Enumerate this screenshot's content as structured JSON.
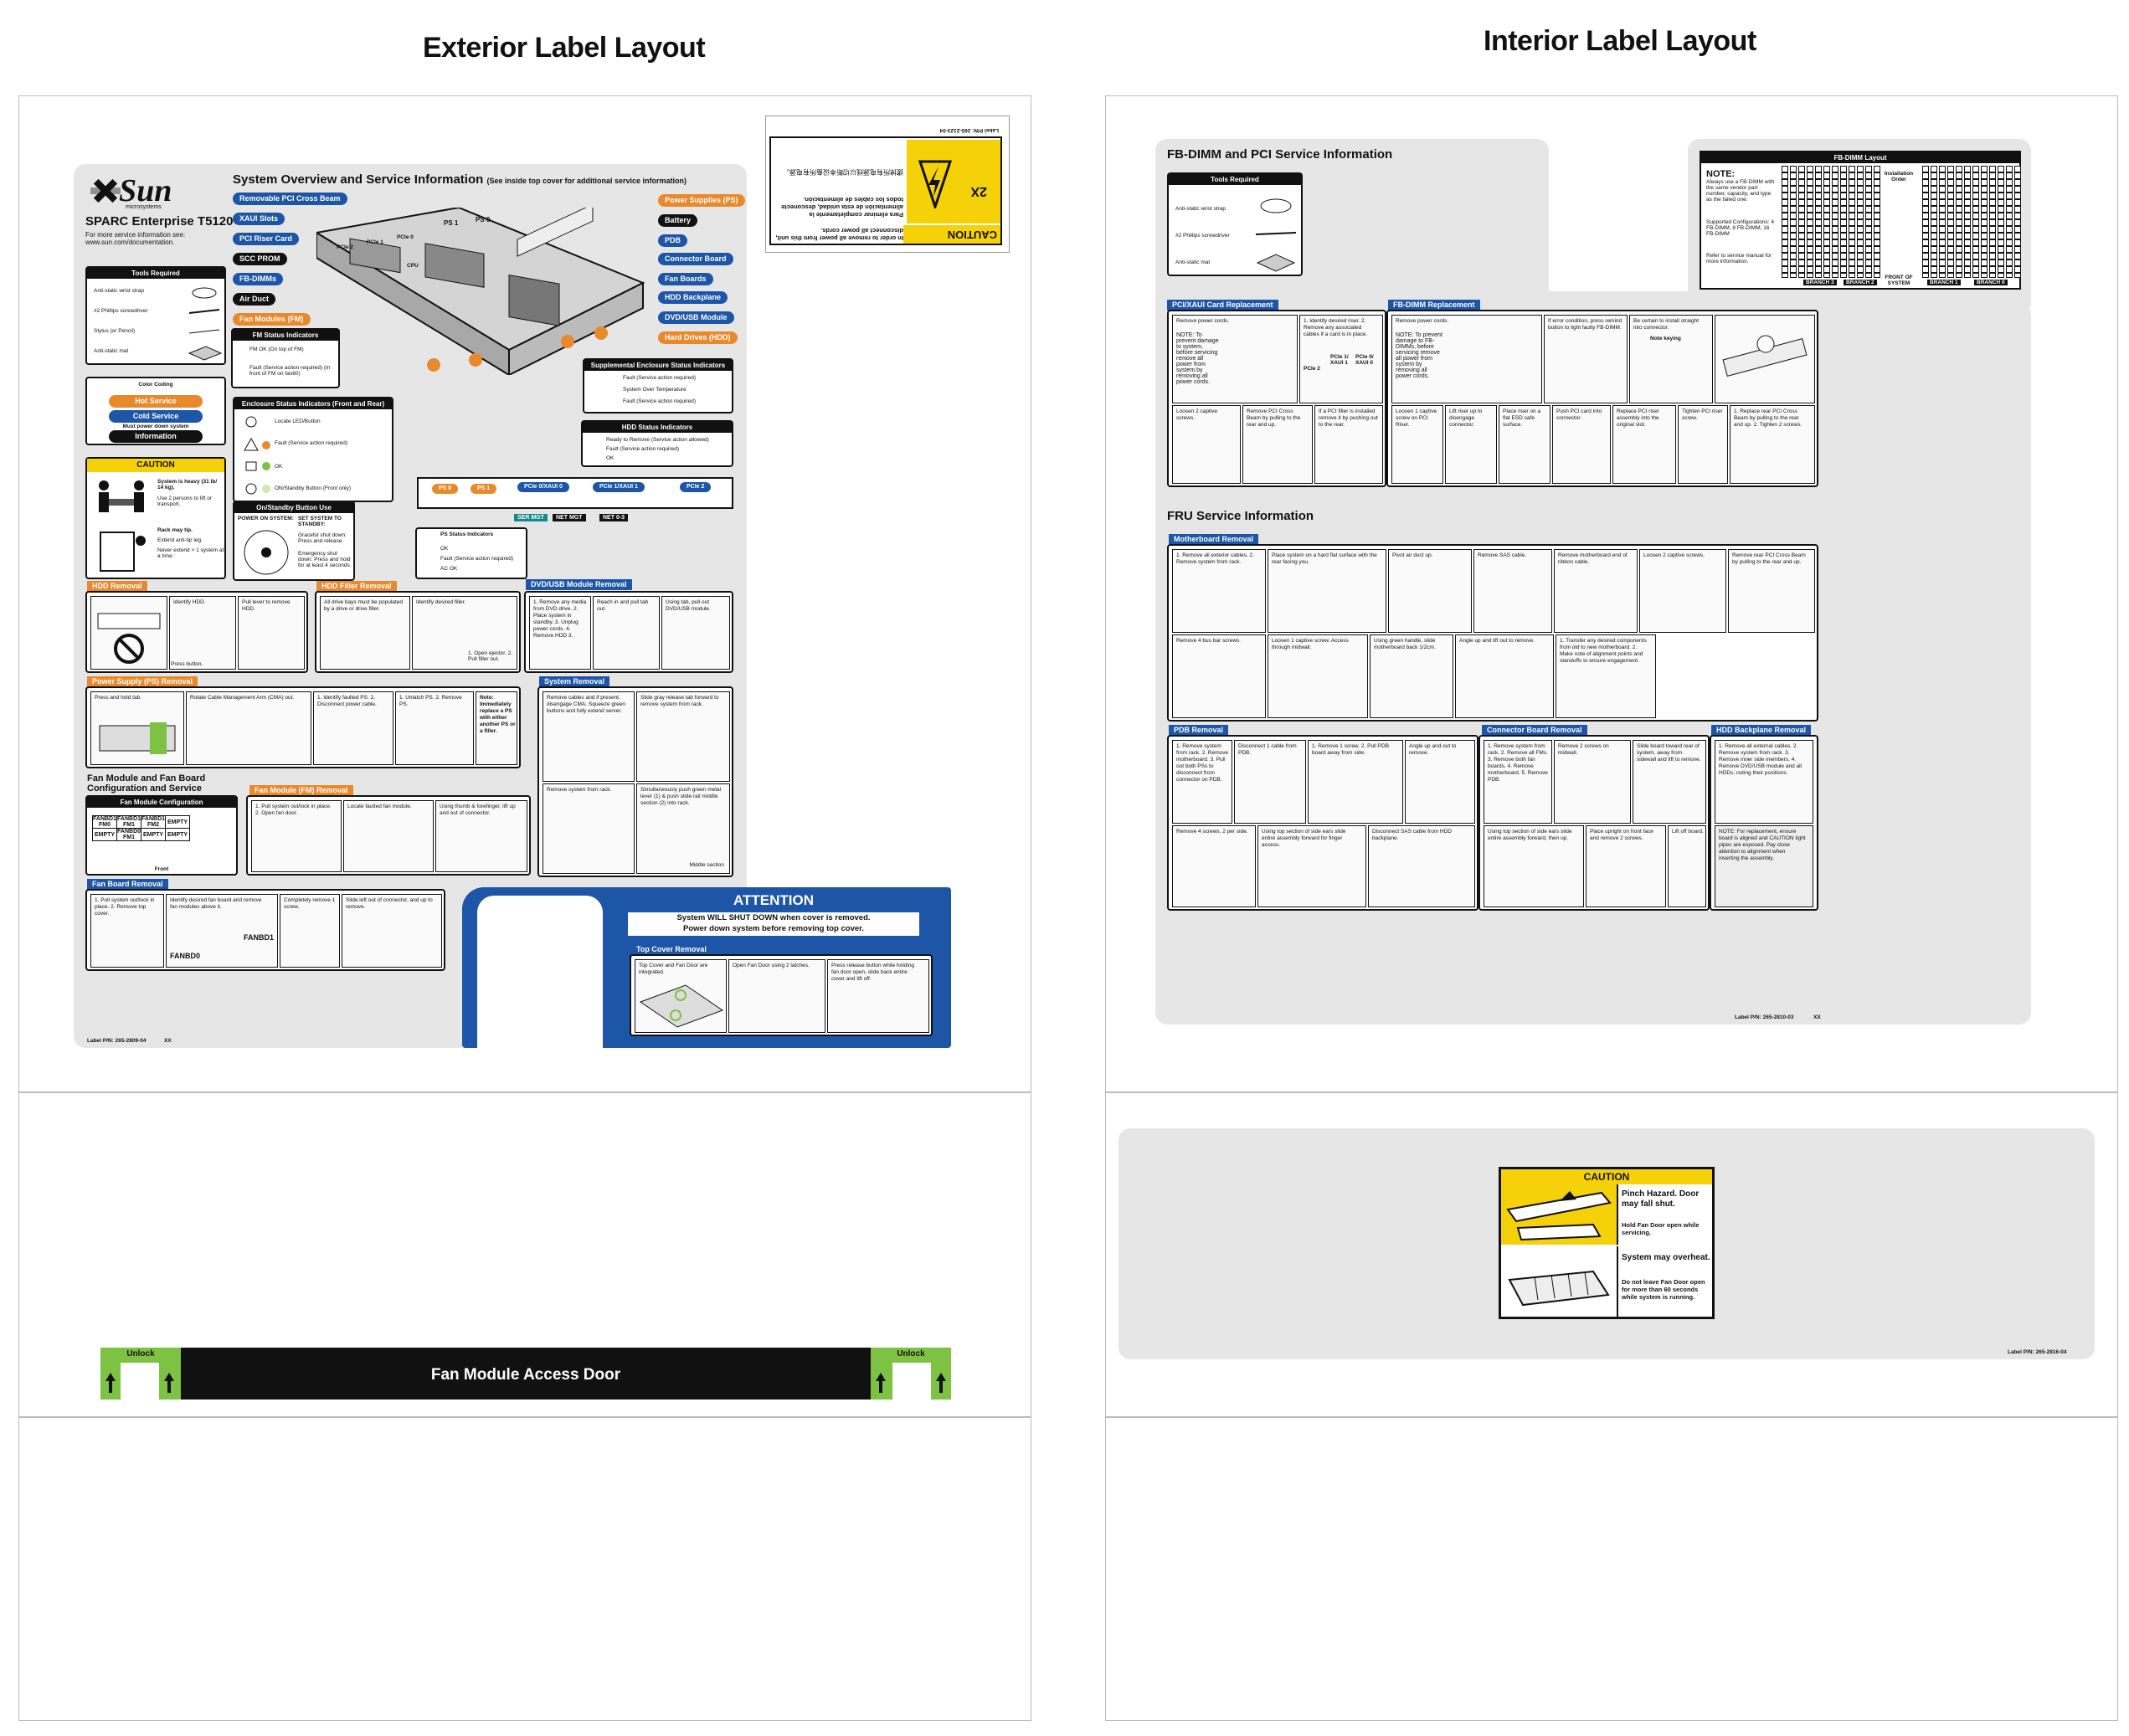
{
  "titles": {
    "exterior": "Exterior Label Layout",
    "interior": "Interior Label Layout"
  },
  "exterior": {
    "brand": "Sun",
    "brand_sub": "microsystems",
    "product": "SPARC Enterprise T5120",
    "product_info": "For more service information see: www.sun.com/documentation.",
    "main_title": "System Overview and Service Information",
    "main_title_note": "(See inside top cover for additional service information)",
    "left_callouts": [
      "Removable PCI Cross Beam",
      "XAUI Slots",
      "PCI Riser Card",
      "SCC PROM",
      "FB-DIMMs",
      "Air Duct",
      "Fan Modules (FM)"
    ],
    "right_callouts": [
      "Power Supplies (PS)",
      "Battery",
      "PDB",
      "Connector Board",
      "Fan Boards",
      "HDD Backplane",
      "DVD/USB Module",
      "Hard Drives (HDD)"
    ],
    "diagram_labels": [
      "PS 1",
      "PS 0",
      "PCIe 2",
      "PCIe 1",
      "PCIe 0",
      "CPU"
    ],
    "tools": {
      "title": "Tools Required",
      "items": [
        "Anti-static wrist strap",
        "#2 Phillips screwdriver",
        "Stylus (or Pencil)",
        "Anti-static mat"
      ]
    },
    "fm_status": {
      "title": "FM Status Indicators",
      "items": [
        "FM OK (On top of FM)",
        "Fault (Service action required) (In front of FM on fan80)"
      ]
    },
    "color_coding": {
      "title": "Color Coding",
      "items": [
        "Hot Service",
        "Cold Service",
        "Must power down system",
        "Information"
      ]
    },
    "caution": {
      "title": "CAUTION",
      "heavy": "System is heavy (31 lb/ 14 kg).",
      "lift": "Use 2 persons to lift or transport.",
      "tip": "Rack may tip.",
      "extend": "Extend anti-tip leg.",
      "never": "Never extend > 1 system at a time."
    },
    "enclosure": {
      "title": "Enclosure Status Indicators (Front and Rear)",
      "items": [
        "Locate LED/Button",
        "Fault (Service action required)",
        "OK",
        "ON/Standby Button (Front only)"
      ]
    },
    "standby": {
      "title": "On/Standby Button Use",
      "items": [
        "POWER ON SYSTEM:",
        "SET SYSTEM TO STANDBY:",
        "Graceful shut down: Press and release.",
        "Emergency shut down: Press and hold for at least 4 seconds."
      ]
    },
    "supplemental": {
      "title": "Supplemental Enclosure Status Indicators",
      "items": [
        "Fault (Service action required)",
        "System Over Temperature",
        "Fault (Service action required)"
      ]
    },
    "hdd_status": {
      "title": "HDD Status Indicators",
      "items": [
        "Ready to Remove (Service action allowed)",
        "Fault (Service action required)",
        "OK"
      ]
    },
    "rear_ports": [
      "PS 0",
      "PS 1",
      "PCIe 0/XAUI 0",
      "PCIe 1/XAUI 1",
      "PCIe 2",
      "SER MGT",
      "NET MGT",
      "NET 0-3"
    ],
    "ps_status": {
      "title": "PS Status Indicators",
      "items": [
        "OK",
        "Fault (Service action required)",
        "AC OK"
      ]
    },
    "sections": {
      "hdd_removal": {
        "title": "HDD Removal",
        "steps": [
          "",
          "Identify HDD.",
          "Pull lever to remove HDD.",
          "Press button."
        ]
      },
      "hdd_filler": {
        "title": "HDD Filler Removal",
        "steps": [
          "All drive bays must be populated by a drive or drive filler.",
          "Identify desired filler.",
          "1. Open ejector. 2. Pull filler out."
        ]
      },
      "dvd": {
        "title": "DVD/USB Module Removal",
        "steps": [
          "1. Remove any media from DVD drive. 2. Place system in standby. 3. Unplug power cords. 4. Remove HDD 3.",
          "Reach in and pull tab out.",
          "Using tab, pull out DVD/USB module."
        ]
      },
      "ps": {
        "title": "Power Supply (PS) Removal",
        "steps": [
          "Press and hold tab.",
          "Rotate Cable Management Arm (CMA) out.",
          "1. Identify faulted PS. 2. Disconnect power cable.",
          "1. Unlatch PS. 2. Remove PS.",
          "Note: Immediately replace a PS with either another PS or a filler."
        ]
      },
      "system": {
        "title": "System Removal",
        "steps": [
          "Remove cables and if present, disengage CMA. Squeeze green buttons and fully extend server.",
          "Slide gray release tab forward to remove system from rack.",
          "Remove system from rack.",
          "Simultaneously push green metal lever (1) & push slide rail middle section (2) into rack.",
          "Middle section"
        ]
      },
      "fan_cfg": {
        "title": "Fan Module and Fan Board Configuration and Service",
        "box": "Fan Module Configuration",
        "cells": [
          "FANBD1 FM0",
          "FANBD1 FM1",
          "FANBD1 FM2",
          "EMPTY",
          "EMPTY",
          "FANBD0 FM1",
          "EMPTY",
          "EMPTY"
        ],
        "front": "Front"
      },
      "fm": {
        "title": "Fan Module (FM) Removal",
        "steps": [
          "1. Pull system out/lock in place. 2. Open fan door.",
          "Locate faulted fan module.",
          "Using thumb & forefinger, lift up and out of connector."
        ]
      },
      "fanboard": {
        "title": "Fan Board Removal",
        "steps": [
          "1. Pull system out/lock in place. 2. Remove top cover.",
          "Identify desired fan board and remove fan modules above it.",
          "Completely remove 1 screw.",
          "Slide left out of connector, and up to remove."
        ],
        "labels": [
          "FANBD1",
          "FANBD0"
        ]
      }
    },
    "attention": {
      "title": "ATTENTION",
      "line1": "System WILL SHUT DOWN when cover is removed.",
      "line2": "Power down system before removing top cover.",
      "sub": "Top Cover Removal",
      "steps": [
        "Top Cover and Fan Door are integrated.",
        "Open Fan Door using 2 latches.",
        "Press release button while holding fan door open, slide back entire cover and lift off."
      ]
    },
    "label_pn": "Label P/N: 265-2809-04",
    "label_xx": "XX",
    "small_caution": {
      "title": "CAUTION",
      "mult": "2X",
      "en": "In order to remove all power from this unit, disconnect all power cords.",
      "es": "Para eliminar completamente la alimentación de esta unidad, desconecte todos los cables de alimentación.",
      "cn": "拔掉所有电源线以切断本设备所有电源。",
      "pn": "Label P/N: 265-2123-04"
    },
    "door": {
      "unlock": "Unlock",
      "label": "Fan Module Access Door"
    }
  },
  "interior": {
    "fbdimm_title": "FB-DIMM and PCI Service Information",
    "tools": {
      "title": "Tools Required",
      "items": [
        "Anti-static wrist strap",
        "#2 Phillips screwdriver",
        "Anti-static mat"
      ]
    },
    "layout": {
      "title": "FB-DIMM Layout",
      "note_title": "NOTE:",
      "note": "Always use a FB-DIMM with the same vendor part number, capacity, and type as the failed one.",
      "supported": "Supported Configurations: 4 FB-DIMM, 8 FB-DIMM, 16 FB-DIMM",
      "refer": "Refer to service manual for more information.",
      "install": "Installation Order",
      "front": "FRONT OF SYSTEM",
      "branches": [
        "BRANCH 3",
        "BRANCH 2",
        "BRANCH 1",
        "BRANCH 0"
      ]
    },
    "pci": {
      "title": "PCI/XAUI Card Replacement",
      "note": "NOTE: To prevent damage to system, before servicing remove all power from system by removing all power cords.",
      "steps": [
        "Remove power cords.",
        "1. Identify desired riser. 2. Remove any associated cables if a card is in place.",
        "Loosen 2 captive screws.",
        "Remove PCI Cross Beam by pulling to the rear and up.",
        "If a PCI filler is installed remove it by pushing out to the rear.",
        "Loosen 1 captive screw on PCI Riser.",
        "Lift riser up to disengage connector.",
        "Place riser on a flat ESD safe surface."
      ],
      "labels": [
        "PCIe 2",
        "PCIe 1/ XAUI 1",
        "PCIe 0/ XAUI 0"
      ]
    },
    "fbdimm": {
      "title": "FB-DIMM Replacement",
      "note": "NOTE: To prevent damage to FB-DIMMs, before servicing remove all power from system by removing all power cords.",
      "steps": [
        "Remove power cords.",
        "If error condition, press remind button to light faulty FB-DIMM.",
        "Be certain to install straight into connector.",
        "Push PCI card into connector.",
        "Replace PCI riser assembly into the original slot.",
        "Tighten PCI riser screw.",
        "1. Replace rear PCI Cross Beam by pulling to the rear and up. 2. Tighten 2 screws."
      ],
      "note_keying": "Note keying"
    },
    "fru_title": "FRU Service Information",
    "motherboard": {
      "title": "Motherboard Removal",
      "steps": [
        "1. Remove all exterior cables. 2. Remove system from rack.",
        "Place system on a hard flat surface with the rear facing you.",
        "Pivot air duct up.",
        "Remove SAS cable.",
        "Remove motherboard end of ribbon cable.",
        "Loosen 2 captive screws.",
        "Remove rear PCI Cross Beam by pulling to the rear and up.",
        "Remove 4 bus bar screws.",
        "Loosen 1 captive screw. Access through midwall.",
        "Using green handle, slide motherboard back 1/2cm.",
        "Angle up and lift out to remove.",
        "1. Transfer any desired components from old to new motherboard. 2. Make note of alignment points and standoffs to ensure engagement."
      ]
    },
    "pdb": {
      "title": "PDB Removal",
      "steps": [
        "1. Remove system from rack. 2. Remove motherboard. 3. Pull out both PSs to disconnect from connector on PDB.",
        "Disconnect 1 cable from PDB.",
        "1. Remove 1 screw. 2. Pull PDB board away from side.",
        "Angle up and out to remove.",
        "Remove 4 screws, 2 per side.",
        "Using top section of side ears slide entire assembly forward for finger access.",
        "Disconnect SAS cable from HDD backplane."
      ]
    },
    "connector": {
      "title": "Connector Board Removal",
      "steps": [
        "1. Remove system from rack. 2. Remove all FMs. 3. Remove both fan boards. 4. Remove motherboard. 5. Remove PDB.",
        "Remove 2 screws on midwall.",
        "Slide board toward rear of system, away from sidewall and lift to remove.",
        "Using top section of side ears slide entire assembly forward, then up.",
        "Place upright on front face and remove 2 screws.",
        "Lift off board."
      ]
    },
    "hddbp": {
      "title": "HDD Backplane Removal",
      "steps": [
        "1. Remove all external cables. 2. Remove system from rack. 3. Remove inner side members. 4. Remove DVD/USB module and all HDDs, noting their positions."
      ],
      "note": "NOTE: For replacement, ensure board is aligned and CAUTION tight pipes are exposed. Pay close attention to alignment when inserting the assembly."
    },
    "label_pn": "Label P/N: 265-2810-03",
    "label_xx": "XX",
    "pinch": {
      "title": "CAUTION",
      "hazard": "Pinch Hazard. Door may fall shut.",
      "hold": "Hold Fan Door open while servicing.",
      "overheat": "System may overheat.",
      "donot": "Do not leave Fan Door open for more than 60 seconds while system is running.",
      "pn": "Label P/N: 265-2816-04"
    }
  },
  "colors": {
    "blue": "#1d56a6",
    "orange": "#e88a2c",
    "green": "#7dc242",
    "yellow": "#f5d10a",
    "panel": "#e6e6e6"
  }
}
